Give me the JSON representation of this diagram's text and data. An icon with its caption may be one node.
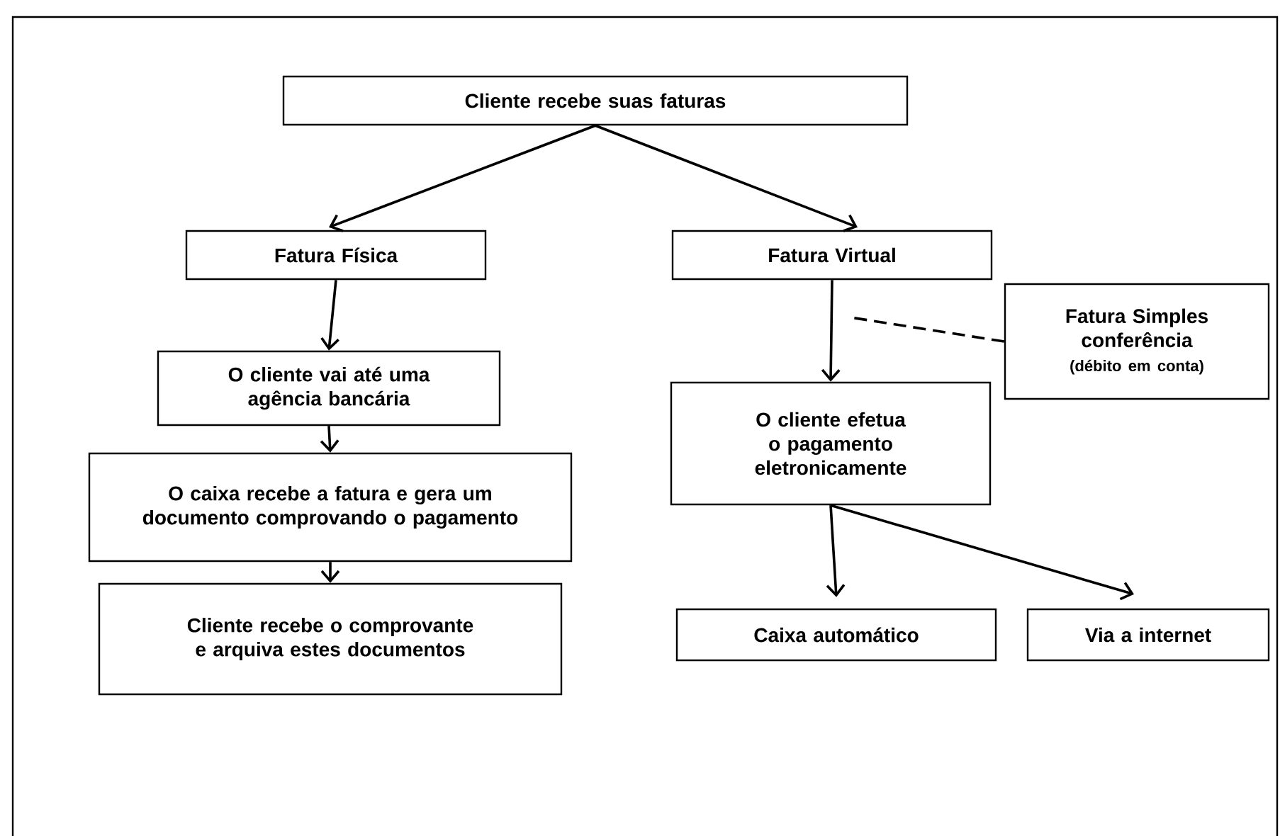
{
  "diagram": {
    "nodes": [
      {
        "text": [
          "Cliente recebe suas faturas"
        ]
      },
      {
        "text": [
          "Fatura Física"
        ]
      },
      {
        "text": [
          "Fatura Virtual"
        ]
      },
      {
        "text": [
          "O cliente vai até uma agência bancária"
        ]
      },
      {
        "text": [
          "O caixa recebe a fatura e gera um documento comprovando o pagamento"
        ]
      },
      {
        "text": [
          "Cliente recebe o comprovante e arquiva estes documentos"
        ]
      },
      {
        "text": [
          "Fatura Simples conferência",
          "(débito em conta)"
        ]
      },
      {
        "text": [
          "O cliente efetua o pagamento eletronicamente"
        ]
      },
      {
        "text": [
          "Caixa automático"
        ]
      },
      {
        "text": [
          "Via a internet"
        ]
      }
    ],
    "edges": [
      {
        "from": 0,
        "to": 1,
        "arrow": "to"
      },
      {
        "from": 0,
        "to": 2,
        "arrow": "to"
      },
      {
        "from": 1,
        "to": 3,
        "arrow": "to"
      },
      {
        "from": 3,
        "to": 4,
        "arrow": "to"
      },
      {
        "from": 4,
        "to": 5,
        "arrow": "to"
      },
      {
        "from": 2,
        "to": 7,
        "arrow": "to"
      },
      {
        "from": 6,
        "to": null,
        "arrow": "none",
        "style": "dashed"
      },
      {
        "from": 7,
        "to": 8,
        "arrow": "to"
      },
      {
        "from": 7,
        "to": 9,
        "arrow": "to"
      }
    ]
  }
}
